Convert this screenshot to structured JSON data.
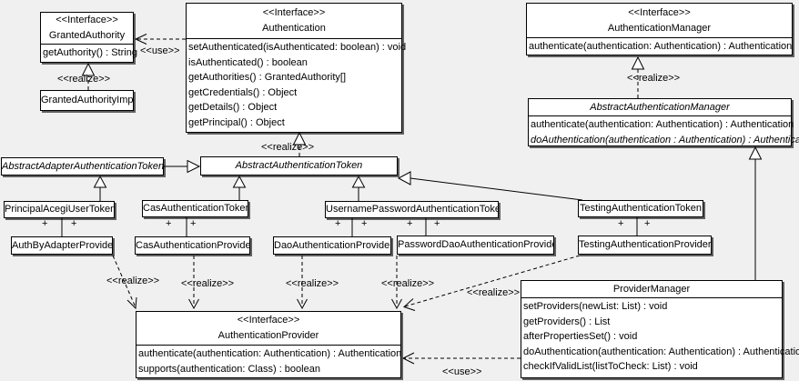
{
  "stereotypes": {
    "realize": "<<realize>>",
    "use": "<<use>>",
    "plus": "+"
  },
  "classes": {
    "granted_authority": {
      "stereotype": "<<Interface>>",
      "name": "GrantedAuthority",
      "methods": [
        "getAuthority() : String"
      ]
    },
    "granted_authority_impl": {
      "name": "GrantedAuthorityImpl"
    },
    "authentication": {
      "stereotype": "<<Interface>>",
      "name": "Authentication",
      "methods": [
        "setAuthenticated(isAuthenticated: boolean) : void",
        "isAuthenticated() : boolean",
        "getAuthorities() : GrantedAuthority[]",
        "getCredentials() : Object",
        "getDetails() : Object",
        "getPrincipal() : Object"
      ]
    },
    "authentication_manager": {
      "stereotype": "<<Interface>>",
      "name": "AuthenticationManager",
      "methods": [
        "authenticate(authentication: Authentication) : Authentication"
      ]
    },
    "abstract_authentication_manager": {
      "name": "AbstractAuthenticationManager",
      "methods": [
        "authenticate(authentication: Authentication) : Authentication",
        "doAuthentication(authentication : Authentication) : Authentication"
      ]
    },
    "abstract_adapter_authentication_token": {
      "name": "AbstractAdapterAuthenticationToken"
    },
    "abstract_authentication_token": {
      "name": "AbstractAuthenticationToken"
    },
    "principal_acegi_user_token": {
      "name": "PrincipalAcegiUserToken"
    },
    "cas_authentication_token": {
      "name": "CasAuthenticationToken"
    },
    "username_password_authentication_token": {
      "name": "UsernamePasswordAuthenticationToken"
    },
    "testing_authentication_token": {
      "name": "TestingAuthenticationToken"
    },
    "auth_by_adapter_provider": {
      "name": "AuthByAdapterProvider"
    },
    "cas_authentication_provider": {
      "name": "CasAuthenticationProvider"
    },
    "dao_authentication_provider": {
      "name": "DaoAuthenticationProvider"
    },
    "password_dao_authentication_provider": {
      "name": "PasswordDaoAuthenticationProvider"
    },
    "testing_authentication_provider": {
      "name": "TestingAuthenticationProvider"
    },
    "authentication_provider": {
      "stereotype": "<<Interface>>",
      "name": "AuthenticationProvider",
      "methods": [
        "authenticate(authentication: Authentication) : Authentication",
        "supports(authentication: Class) : boolean"
      ]
    },
    "provider_manager": {
      "name": "ProviderManager",
      "methods": [
        "setProviders(newList: List) : void",
        "getProviders() : List",
        "afterPropertiesSet() : void",
        "doAuthentication(authentication: Authentication) : Authentication",
        "checkIfValidList(listToCheck: List) : void"
      ]
    }
  }
}
